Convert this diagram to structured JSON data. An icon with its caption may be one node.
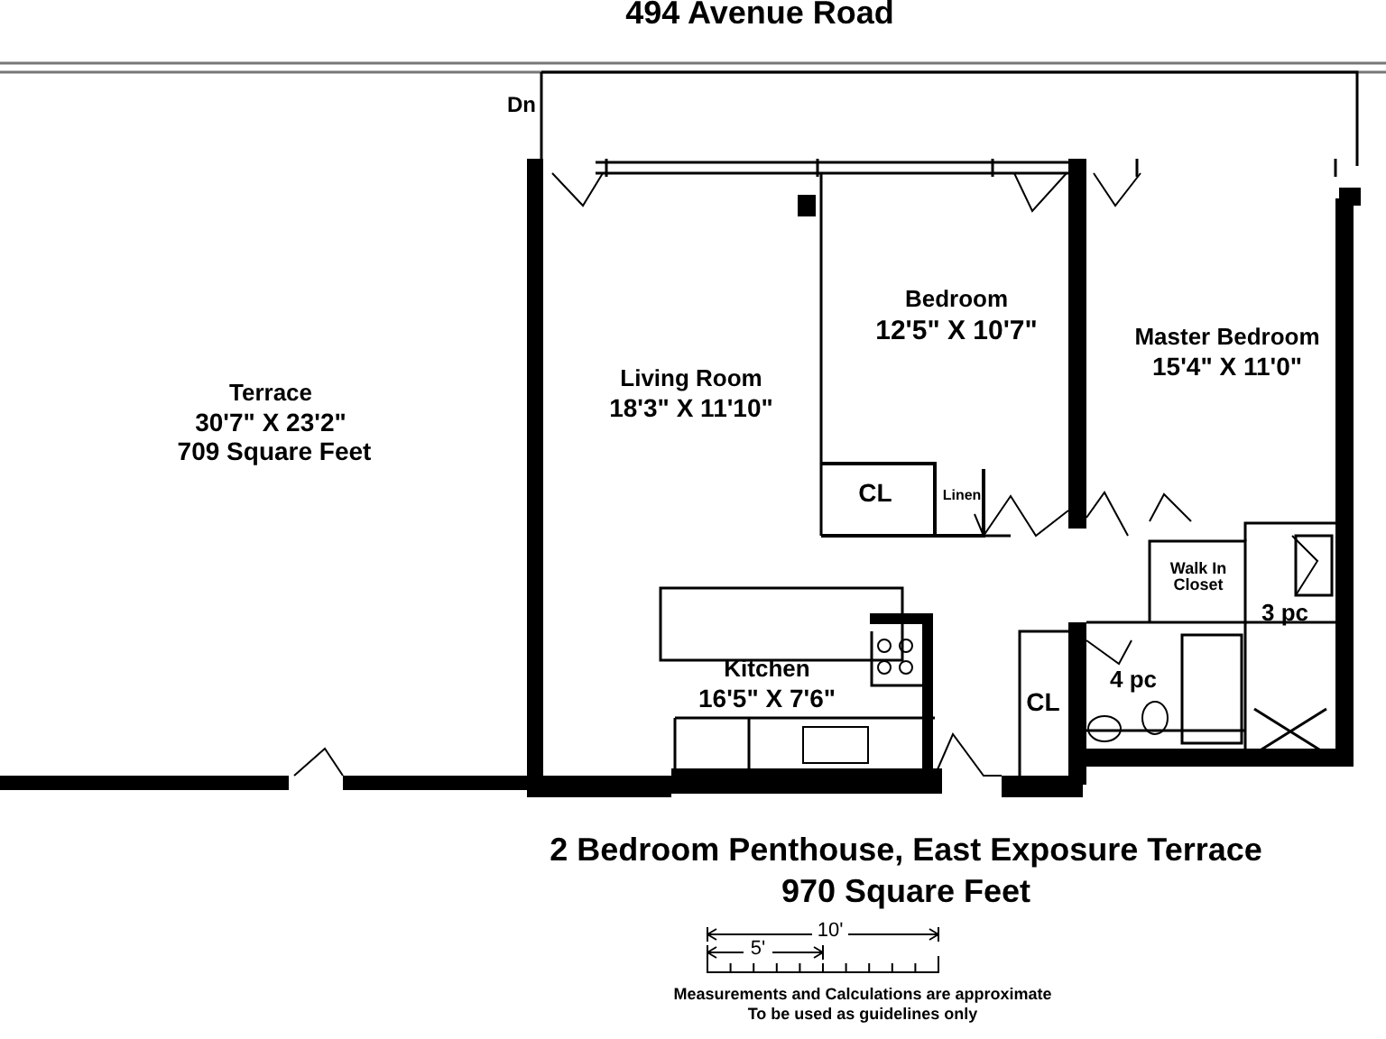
{
  "diagram": {
    "title": "494 Avenue Road",
    "caption": "2 Bedroom Penthouse, East Exposure Terrace 970 Square Feet",
    "labels": [
      "Dn",
      "Bedroom",
      "12'5\" X 10'7\"",
      "Master Bedroom",
      "15'4\" X 11'0\"",
      "Terrace",
      "30'7\" X 23'2\"",
      "709 Square Feet",
      "Living Room",
      "18'3\" X 11'10\"",
      "CL",
      "Linen",
      "Walk In Closet",
      "3 pc",
      "Kitchen",
      "16'5\" X 7'6\"",
      "4 pc",
      "CL",
      "10'",
      "5'",
      "Measurements and Calculations are approximate",
      "To be used as guidelines only"
    ]
  }
}
